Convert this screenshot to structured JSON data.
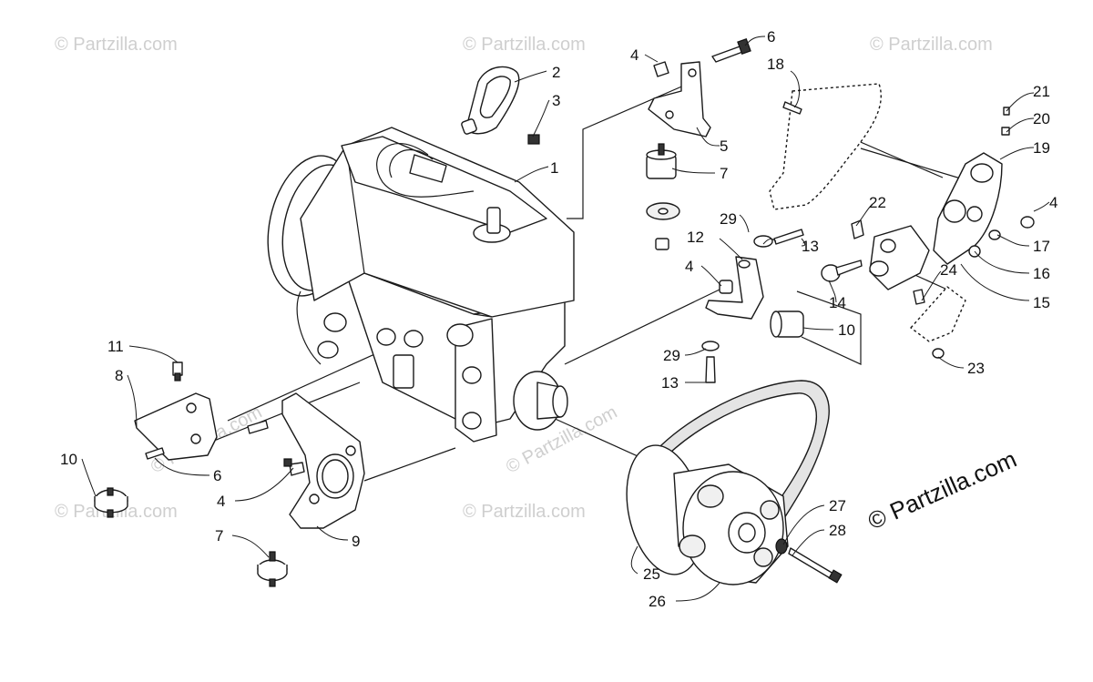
{
  "watermark": "© Partzilla.com",
  "copyright": "© Partzilla.com",
  "callouts": {
    "c1": "1",
    "c2": "2",
    "c3": "3",
    "c4a": "4",
    "c4b": "4",
    "c4c": "4",
    "c4d": "4",
    "c5": "5",
    "c6a": "6",
    "c6b": "6",
    "c7a": "7",
    "c7b": "7",
    "c8": "8",
    "c9": "9",
    "c10a": "10",
    "c10b": "10",
    "c11": "11",
    "c12": "12",
    "c13a": "13",
    "c13b": "13",
    "c14": "14",
    "c15": "15",
    "c16": "16",
    "c17": "17",
    "c18": "18",
    "c19": "19",
    "c20": "20",
    "c21": "21",
    "c22": "22",
    "c23": "23",
    "c24": "24",
    "c25": "25",
    "c26": "26",
    "c27": "27",
    "c28": "28",
    "c29a": "29",
    "c29b": "29"
  }
}
